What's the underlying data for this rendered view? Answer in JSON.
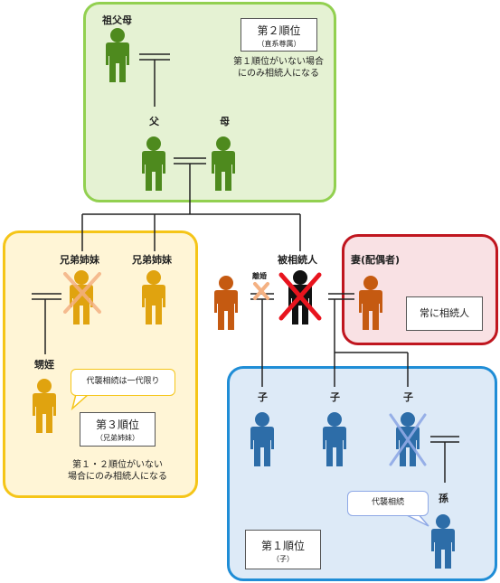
{
  "colors": {
    "green_panel_bg": "#e5f2d3",
    "green_panel_border": "#92d050",
    "yellow_panel_bg": "#fff5d6",
    "yellow_panel_border": "#f5c518",
    "pink_panel_bg": "#f9e1e4",
    "pink_panel_border": "#c0161f",
    "blue_panel_bg": "#ddeaf7",
    "blue_panel_border": "#1f8dd6",
    "green_person": "#4e8a1e",
    "yellow_person": "#e0a30f",
    "orange_person": "#c55a11",
    "black_person": "#111111",
    "blue_person": "#2d6da8",
    "cross_red": "#e8141e",
    "cross_orange": "#f4b183",
    "cross_blue": "#8fa9e6"
  },
  "green_group": {
    "grandparents_label": "祖父母",
    "father_label": "父",
    "mother_label": "母",
    "rank_box": {
      "title": "第２順位",
      "subtitle": "（直系尊属）"
    },
    "note_line1": "第１順位がいない場合",
    "note_line2": "にのみ相続人になる"
  },
  "yellow_group": {
    "sibling1_label": "兄弟姉妹",
    "sibling2_label": "兄弟姉妹",
    "nephew_label": "甥姪",
    "bubble": "代襲相続は一代限り",
    "rank_box": {
      "title": "第３順位",
      "subtitle": "（兄弟姉妹）"
    },
    "note_line1": "第１・２順位がいない",
    "note_line2": "場合にのみ相続人になる"
  },
  "center": {
    "decedent_label": "被相続人",
    "divorce_label": "離婚"
  },
  "spouse_group": {
    "label": "妻(配偶者)",
    "box": "常に相続人"
  },
  "blue_group": {
    "child1_label": "子",
    "child2_label": "子",
    "child3_label": "子",
    "grandchild_label": "孫",
    "bubble": "代襲相続",
    "rank_box": {
      "title": "第１順位",
      "subtitle": "（子）"
    }
  }
}
